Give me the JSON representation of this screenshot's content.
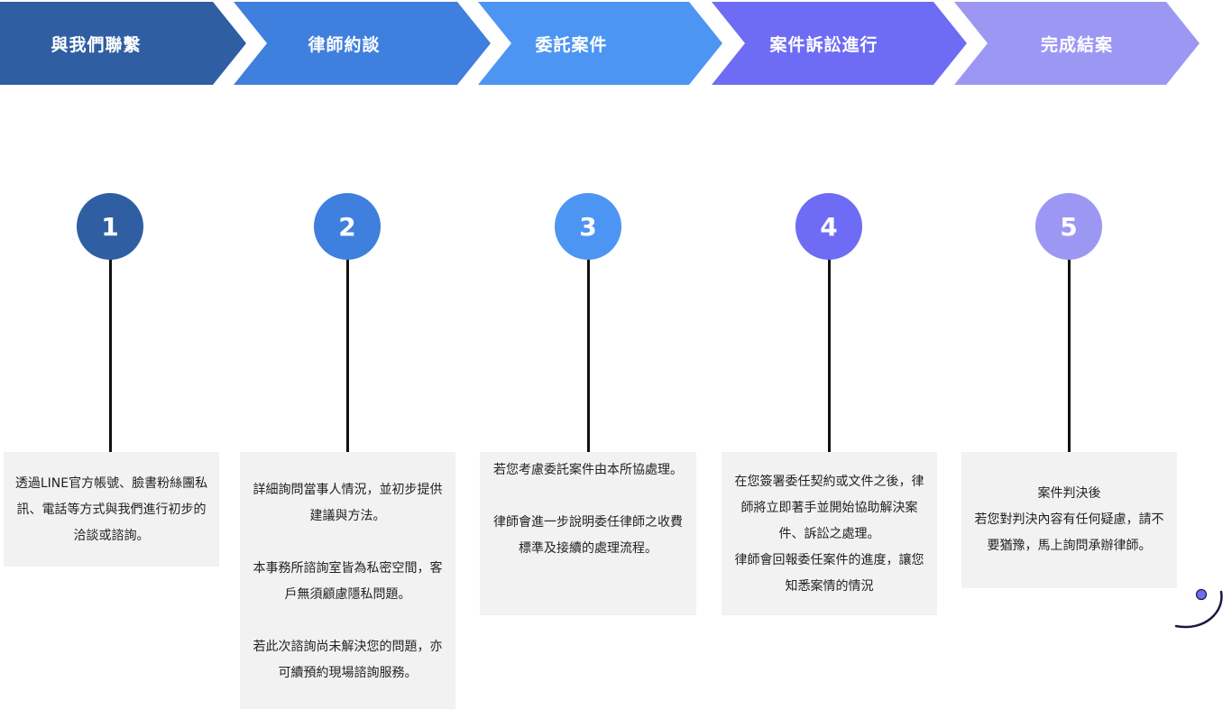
{
  "steps": [
    {
      "number": "1",
      "title": "與我們聯繫",
      "color": "#2f5ea3",
      "description": "透過LINE官方帳號、臉書粉絲團私\n訊、電話等方式與我們進行初步的\n洽談或諮詢。"
    },
    {
      "number": "2",
      "title": "律師約談",
      "color": "#3f7fdd",
      "description": "詳細詢問當事人情況，並初步提供\n建議與方法。\n\n本事務所諮詢室皆為私密空間，客\n戶無須顧慮隱私問題。\n\n若此次諮詢尚未解決您的問題，亦\n可續預約現場諮詢服務。"
    },
    {
      "number": "3",
      "title": "委託案件",
      "color": "#4d95f2",
      "description": "若您考慮委託案件由本所協處理。\n\n律師會進一步說明委任律師之收費\n標準及接續的處理流程。"
    },
    {
      "number": "4",
      "title": "案件訴訟進行",
      "color": "#6e6cf4",
      "description": "在您簽署委任契約或文件之後，律\n師將立即著手並開始協助解決案\n件、訴訟之處理。\n律師會回報委任案件的進度，讓您\n知悉案情的情況"
    },
    {
      "number": "5",
      "title": "完成結案",
      "color": "#9d97f4",
      "description": "案件判決後\n若您對判決內容有任何疑慮，請不\n要猶豫，馬上詢問承辦律師。"
    }
  ]
}
